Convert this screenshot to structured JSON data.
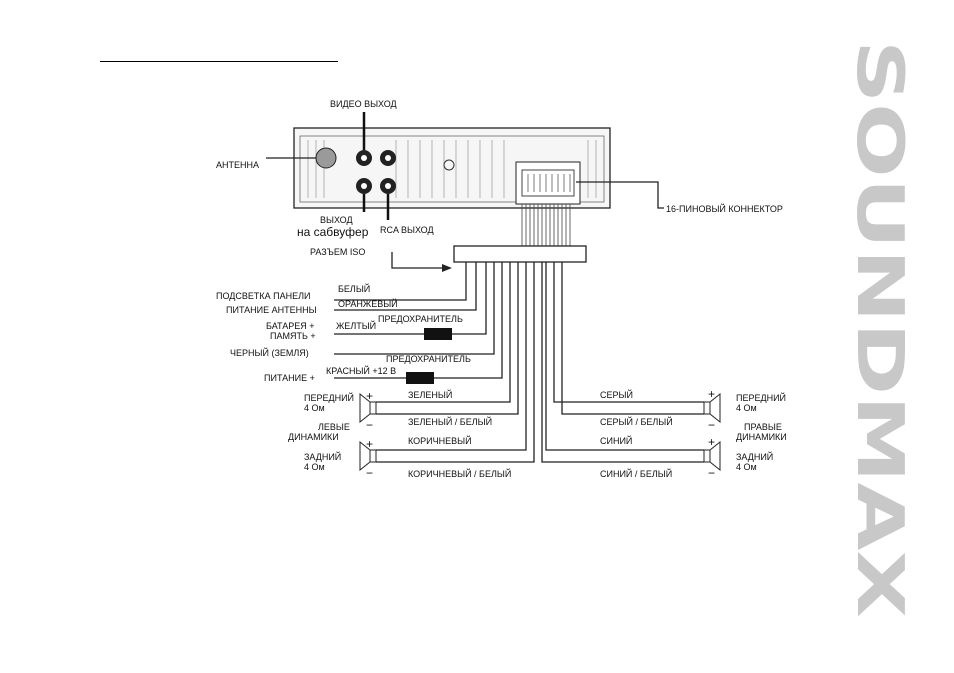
{
  "brand": {
    "name": "SOUNDMAX",
    "color": "#c8c8c8"
  },
  "labels": {
    "video_out": "ВИДЕО ВЫХОД",
    "antenna": "АНТЕННА",
    "sub_out_line1": "ВЫХОД",
    "sub_out_line2": "на сабвуфер",
    "rca_out": "RCA ВЫХОД",
    "connector16": "16-ПИНОВЫЙ КОННЕКТОР",
    "iso": "РАЗЪЕМ ISO",
    "panel_light": "ПОДСВЕТКА ПАНЕЛИ",
    "white": "БЕЛЫЙ",
    "antenna_power": "ПИТАНИЕ АНТЕННЫ",
    "orange": "ОРАНЖЕВЫЙ",
    "fuse1": "ПРЕДОХРАНИТЕЛЬ",
    "battery_line1": "БАТАРЕЯ +",
    "battery_line2": "ПАМЯТЬ +",
    "yellow": "ЖЕЛТЫЙ",
    "black_ground": "ЧЕРНЫЙ (ЗЕМЛЯ)",
    "fuse2": "ПРЕДОХРАНИТЕЛЬ",
    "red": "КРАСНЫЙ +12 В",
    "power": "ПИТАНИЕ +",
    "green": "ЗЕЛЕНЫЙ",
    "green_white": "ЗЕЛЕНЫЙ / БЕЛЫЙ",
    "brown": "КОРИЧНЕВЫЙ",
    "brown_white": "КОРИЧНЕВЫЙ / БЕЛЫЙ",
    "gray": "СЕРЫЙ",
    "gray_white": "СЕРЫЙ / БЕЛЫЙ",
    "blue": "СИНИЙ",
    "blue_white": "СИНИЙ / БЕЛЫЙ",
    "left_front_line1": "ПЕРЕДНИЙ",
    "left_front_line2": "4 Ом",
    "left_speakers_line1": "ЛЕВЫЕ",
    "left_speakers_line2": "ДИНАМИКИ",
    "left_rear_line1": "ЗАДНИЙ",
    "left_rear_line2": "4 Ом",
    "right_front_line1": "ПЕРЕДНИЙ",
    "right_front_line2": "4 Ом",
    "right_speakers_line1": "ПРАВЫЕ",
    "right_speakers_line2": "ДИНАМИКИ",
    "right_rear_line1": "ЗАДНИЙ",
    "right_rear_line2": "4 Ом",
    "plus": "+",
    "minus": "−"
  }
}
